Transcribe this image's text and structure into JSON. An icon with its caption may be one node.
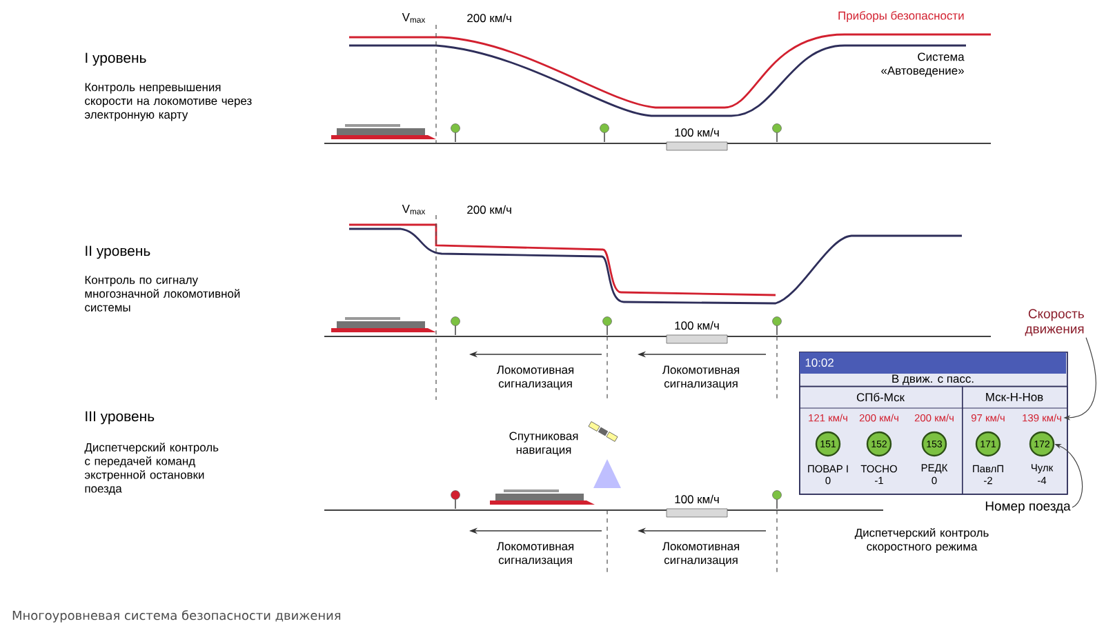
{
  "diagram": {
    "caption": "Многоуровневая система безопасности движения",
    "nodes": [
      {
        "text": [
          "Скорость движения"
        ]
      },
      {
        "text": [
          "10:02",
          "В движ. с пасс."
        ]
      },
      {
        "text": [
          "СПб-Мск"
        ],
        "in": 1
      },
      {
        "text": [
          "Мск-Н-Нов"
        ],
        "in": 1
      },
      {
        "text": [
          "121 км/ч"
        ],
        "in": 2
      },
      {
        "text": [
          "200 км/ч"
        ],
        "in": 2
      },
      {
        "text": [
          "200 км/ч"
        ],
        "in": 2
      },
      {
        "text": [
          "97 км/ч"
        ],
        "in": 3
      },
      {
        "text": [
          "139 км/ч"
        ],
        "in": 3
      },
      {
        "text": [
          "151"
        ],
        "in": 2,
        "beside": [
          "ПОВАР I",
          "0"
        ]
      },
      {
        "text": [
          "152"
        ],
        "in": 2,
        "beside": [
          "ТОСНО",
          "-1"
        ]
      },
      {
        "text": [
          "153"
        ],
        "in": 2,
        "beside": [
          "РЕДК",
          "0"
        ]
      },
      {
        "text": [
          "171"
        ],
        "in": 3,
        "beside": [
          "ПавлП",
          "-2"
        ]
      },
      {
        "text": [
          "172"
        ],
        "in": 3,
        "beside": [
          "Чулк",
          "-4"
        ]
      },
      {
        "text": [
          "Номер поезда"
        ]
      }
    ],
    "edges": [
      {
        "from": 0,
        "to": 8,
        "arrow": "to"
      },
      {
        "from": 14,
        "to": 13,
        "arrow": "to"
      }
    ],
    "labels": [
      "Приборы безопасности",
      "I уровень",
      "Контроль непревышения скорости на локомотиве через электронную карту",
      "V$_{max}$",
      "200 км/ч",
      "Система «Автоведение»",
      "100 км/ч",
      "II уровень",
      "Контроль по сигналу многозначной локомотивной системы",
      "V$_{max}$",
      "200 км/ч",
      "100 км/ч",
      "Локомотивная сигнализация",
      "Локомотивная сигнализация",
      "III уровень",
      "Диспетчерский контроль с передачей команд экстренной остановки поезда",
      "Спутниковая навигация",
      "100 км/ч",
      "Локомотивная сигнализация",
      "Локомотивная сигнализация",
      "Диспетчерский контроль скоростного режима"
    ]
  }
}
